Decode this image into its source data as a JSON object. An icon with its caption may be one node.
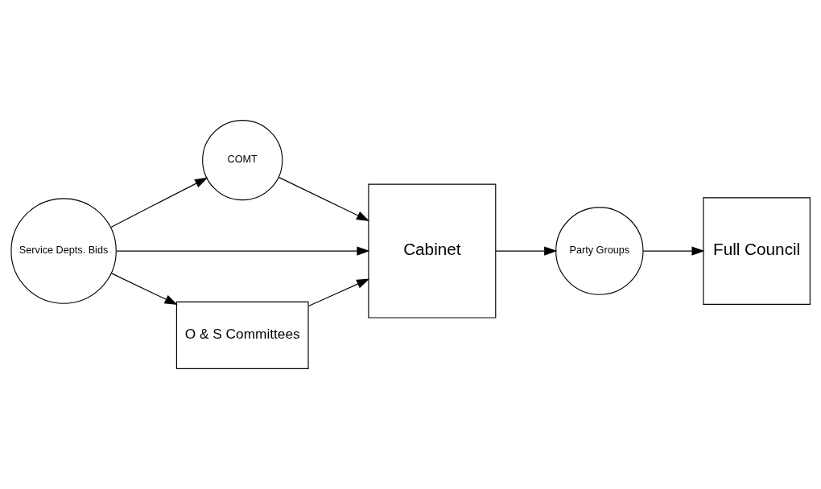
{
  "diagram": {
    "nodes": [
      {
        "text": [
          "Service Depts. Bids"
        ]
      },
      {
        "text": [
          "COMT"
        ]
      },
      {
        "text": [
          "Cabinet"
        ]
      },
      {
        "text": [
          "Party Groups"
        ]
      },
      {
        "text": [
          "Full Council"
        ]
      },
      {
        "text": [
          "O & S Committees"
        ]
      }
    ],
    "edges": [
      {
        "from": 0,
        "to": 1,
        "arrow": "to"
      },
      {
        "from": 1,
        "to": 2,
        "arrow": "to"
      },
      {
        "from": 0,
        "to": 2,
        "arrow": "to"
      },
      {
        "from": 0,
        "to": 5,
        "arrow": "to"
      },
      {
        "from": 5,
        "to": 2,
        "arrow": "to"
      },
      {
        "from": 2,
        "to": 3,
        "arrow": "to"
      },
      {
        "from": 3,
        "to": 4,
        "arrow": "to"
      }
    ]
  }
}
